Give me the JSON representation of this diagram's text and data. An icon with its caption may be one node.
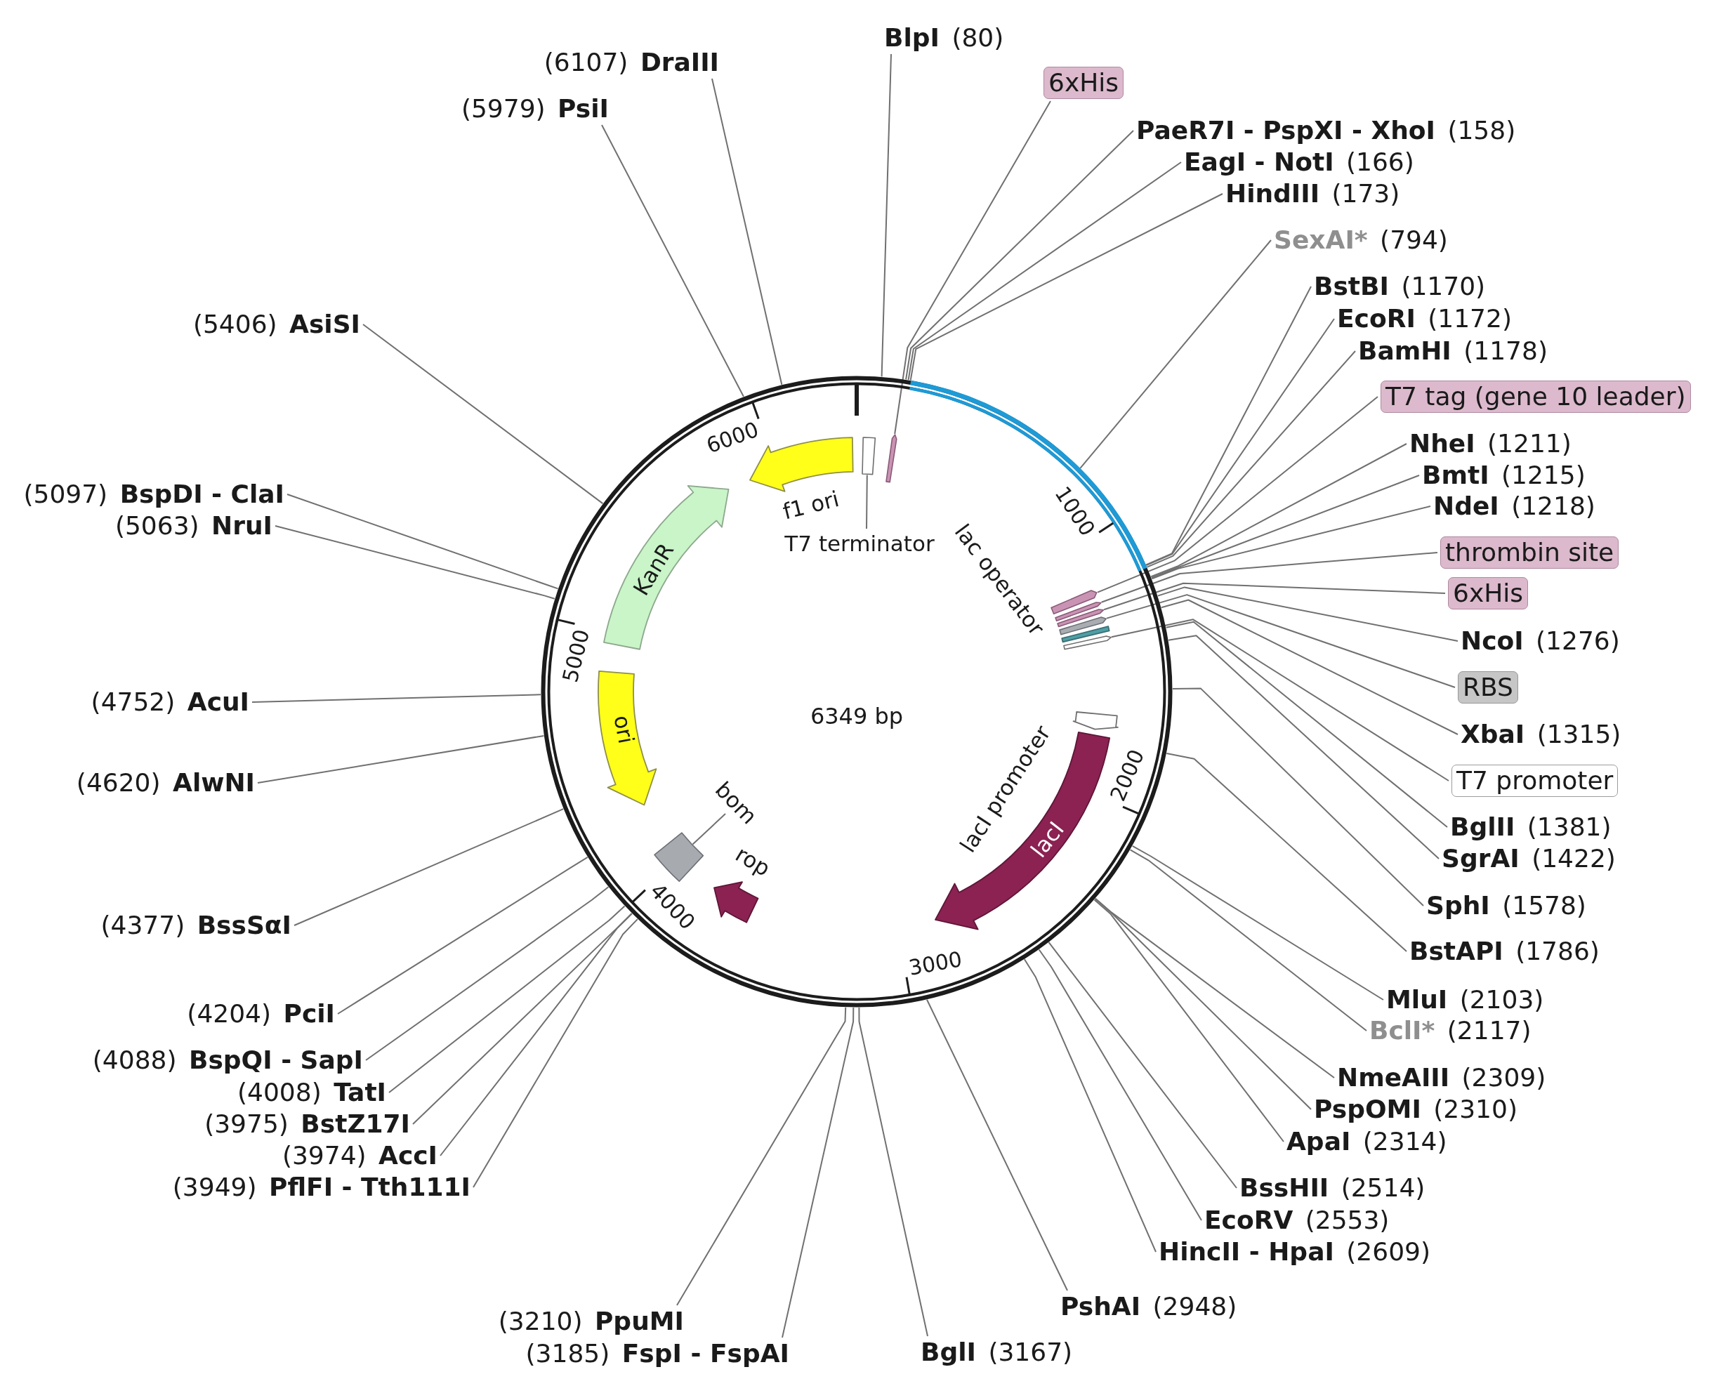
{
  "diagram": {
    "nodes": [
      {
        "text": [
          "6349 bp"
        ]
      },
      {
        "text": [
          "f1 ori"
        ],
        "in": 0
      },
      {
        "text": [
          "T7 terminator"
        ],
        "in": 0
      },
      {
        "text": [],
        "shape": "box",
        "in": 0
      },
      {
        "text": [],
        "shape": "bar",
        "in": 0
      },
      {
        "text": [
          "lac operator"
        ],
        "in": 0
      },
      {
        "text": [],
        "shape": "bar",
        "in": 0
      },
      {
        "text": [],
        "shape": "bar",
        "in": 0
      },
      {
        "text": [],
        "shape": "bar",
        "in": 0
      },
      {
        "text": [],
        "shape": "bar",
        "in": 0
      },
      {
        "text": [],
        "shape": "bar",
        "in": 0
      },
      {
        "text": [
          "lacI promoter"
        ],
        "in": 0
      },
      {
        "text": [
          "lacI"
        ],
        "in": 0
      },
      {
        "text": [
          "rop"
        ],
        "in": 0
      },
      {
        "text": [
          "bom"
        ],
        "in": 0
      },
      {
        "text": [],
        "shape": "box",
        "in": 0
      },
      {
        "text": [
          "ori"
        ],
        "in": 0
      },
      {
        "text": [
          "KanR"
        ],
        "in": 0
      },
      {
        "text": [
          "BlpI",
          "(80)"
        ]
      },
      {
        "text": [
          "6xHis"
        ]
      },
      {
        "text": [
          "PaeR7I - PspXI - XhoI",
          "(158)"
        ]
      },
      {
        "text": [
          "EagI - NotI",
          "(166)"
        ]
      },
      {
        "text": [
          "HindIII",
          "(173)"
        ]
      },
      {
        "text": [
          "SexAI*",
          "(794)"
        ]
      },
      {
        "text": [
          "BstBI",
          "(1170)"
        ]
      },
      {
        "text": [
          "EcoRI",
          "(1172)"
        ]
      },
      {
        "text": [
          "BamHI",
          "(1178)"
        ]
      },
      {
        "text": [
          "T7 tag (gene 10 leader)"
        ]
      },
      {
        "text": [
          "NheI",
          "(1211)"
        ]
      },
      {
        "text": [
          "BmtI",
          "(1215)"
        ]
      },
      {
        "text": [
          "NdeI",
          "(1218)"
        ]
      },
      {
        "text": [
          "thrombin site"
        ]
      },
      {
        "text": [
          "6xHis"
        ]
      },
      {
        "text": [
          "NcoI",
          "(1276)"
        ]
      },
      {
        "text": [
          "RBS"
        ]
      },
      {
        "text": [
          "XbaI",
          "(1315)"
        ]
      },
      {
        "text": [
          "T7 promoter"
        ]
      },
      {
        "text": [
          "BglII",
          "(1381)"
        ]
      },
      {
        "text": [
          "SgrAI",
          "(1422)"
        ]
      },
      {
        "text": [
          "SphI",
          "(1578)"
        ]
      },
      {
        "text": [
          "BstAPI",
          "(1786)"
        ]
      },
      {
        "text": [
          "MluI",
          "(2103)"
        ]
      },
      {
        "text": [
          "BclI*",
          "(2117)"
        ]
      },
      {
        "text": [
          "NmeAIII",
          "(2309)"
        ]
      },
      {
        "text": [
          "PspOMI",
          "(2310)"
        ]
      },
      {
        "text": [
          "ApaI",
          "(2314)"
        ]
      },
      {
        "text": [
          "BssHII",
          "(2514)"
        ]
      },
      {
        "text": [
          "EcoRV",
          "(2553)"
        ]
      },
      {
        "text": [
          "HincII - HpaI",
          "(2609)"
        ]
      },
      {
        "text": [
          "PshAI",
          "(2948)"
        ]
      },
      {
        "text": [
          "BglI",
          "(3167)"
        ]
      },
      {
        "text": [
          "(3185)",
          "FspI - FspAI"
        ]
      },
      {
        "text": [
          "(3210)",
          "PpuMI"
        ]
      },
      {
        "text": [
          "(3949)",
          "PflFI - Tth111I"
        ]
      },
      {
        "text": [
          "(3974)",
          "AccI"
        ]
      },
      {
        "text": [
          "(3975)",
          "BstZ17I"
        ]
      },
      {
        "text": [
          "(4008)",
          "TatI"
        ]
      },
      {
        "text": [
          "(4088)",
          "BspQI - SapI"
        ]
      },
      {
        "text": [
          "(4204)",
          "PciI"
        ]
      },
      {
        "text": [
          "(4377)",
          "BssSαI"
        ]
      },
      {
        "text": [
          "(4620)",
          "AlwNI"
        ]
      },
      {
        "text": [
          "(4752)",
          "AcuI"
        ]
      },
      {
        "text": [
          "(5063)",
          "NruI"
        ]
      },
      {
        "text": [
          "(5097)",
          "BspDI - ClaI"
        ]
      },
      {
        "text": [
          "(5406)",
          "AsiSI"
        ]
      },
      {
        "text": [
          "(5979)",
          "PsiI"
        ]
      },
      {
        "text": [
          "(6107)",
          "DraIII"
        ]
      }
    ],
    "edges": [
      {
        "from": 2,
        "to": 3,
        "arrow": "none"
      },
      {
        "from": 14,
        "to": 15,
        "arrow": "none"
      },
      {
        "from": 18,
        "to": 0,
        "arrow": "none"
      },
      {
        "from": 19,
        "to": 4,
        "arrow": "none"
      },
      {
        "from": 20,
        "to": 0,
        "arrow": "none"
      },
      {
        "from": 21,
        "to": 0,
        "arrow": "none"
      },
      {
        "from": 22,
        "to": 0,
        "arrow": "none"
      },
      {
        "from": 23,
        "to": 0,
        "arrow": "none"
      },
      {
        "from": 24,
        "to": 0,
        "arrow": "none"
      },
      {
        "from": 25,
        "to": 0,
        "arrow": "none"
      },
      {
        "from": 26,
        "to": 0,
        "arrow": "none"
      },
      {
        "from": 27,
        "to": 6,
        "arrow": "none"
      },
      {
        "from": 28,
        "to": 0,
        "arrow": "none"
      },
      {
        "from": 29,
        "to": 0,
        "arrow": "none"
      },
      {
        "from": 30,
        "to": 0,
        "arrow": "none"
      },
      {
        "from": 31,
        "to": 7,
        "arrow": "none"
      },
      {
        "from": 32,
        "to": 8,
        "arrow": "none"
      },
      {
        "from": 33,
        "to": 0,
        "arrow": "none"
      },
      {
        "from": 34,
        "to": 9,
        "arrow": "none"
      },
      {
        "from": 35,
        "to": 0,
        "arrow": "none"
      },
      {
        "from": 36,
        "to": 10,
        "arrow": "none"
      },
      {
        "from": 37,
        "to": 0,
        "arrow": "none"
      },
      {
        "from": 38,
        "to": 0,
        "arrow": "none"
      },
      {
        "from": 39,
        "to": 0,
        "arrow": "none"
      },
      {
        "from": 40,
        "to": 0,
        "arrow": "none"
      },
      {
        "from": 41,
        "to": 0,
        "arrow": "none"
      },
      {
        "from": 42,
        "to": 0,
        "arrow": "none"
      },
      {
        "from": 43,
        "to": 0,
        "arrow": "none"
      },
      {
        "from": 44,
        "to": 0,
        "arrow": "none"
      },
      {
        "from": 45,
        "to": 0,
        "arrow": "none"
      },
      {
        "from": 46,
        "to": 0,
        "arrow": "none"
      },
      {
        "from": 47,
        "to": 0,
        "arrow": "none"
      },
      {
        "from": 48,
        "to": 0,
        "arrow": "none"
      },
      {
        "from": 49,
        "to": 0,
        "arrow": "none"
      },
      {
        "from": 50,
        "to": 0,
        "arrow": "none"
      },
      {
        "from": 51,
        "to": 0,
        "arrow": "none"
      },
      {
        "from": 52,
        "to": 0,
        "arrow": "none"
      },
      {
        "from": 53,
        "to": 0,
        "arrow": "none"
      },
      {
        "from": 54,
        "to": 0,
        "arrow": "none"
      },
      {
        "from": 55,
        "to": 0,
        "arrow": "none"
      },
      {
        "from": 56,
        "to": 0,
        "arrow": "none"
      },
      {
        "from": 57,
        "to": 0,
        "arrow": "none"
      },
      {
        "from": 58,
        "to": 0,
        "arrow": "none"
      },
      {
        "from": 59,
        "to": 0,
        "arrow": "none"
      },
      {
        "from": 60,
        "to": 0,
        "arrow": "none"
      },
      {
        "from": 61,
        "to": 0,
        "arrow": "none"
      },
      {
        "from": 62,
        "to": 0,
        "arrow": "none"
      },
      {
        "from": 63,
        "to": 0,
        "arrow": "none"
      },
      {
        "from": 64,
        "to": 0,
        "arrow": "none"
      },
      {
        "from": 65,
        "to": 0,
        "arrow": "none"
      },
      {
        "from": 66,
        "to": 0,
        "arrow": "none"
      }
    ],
    "labels": [
      "1000",
      "2000",
      "3000",
      "4000",
      "5000",
      "6000"
    ]
  }
}
